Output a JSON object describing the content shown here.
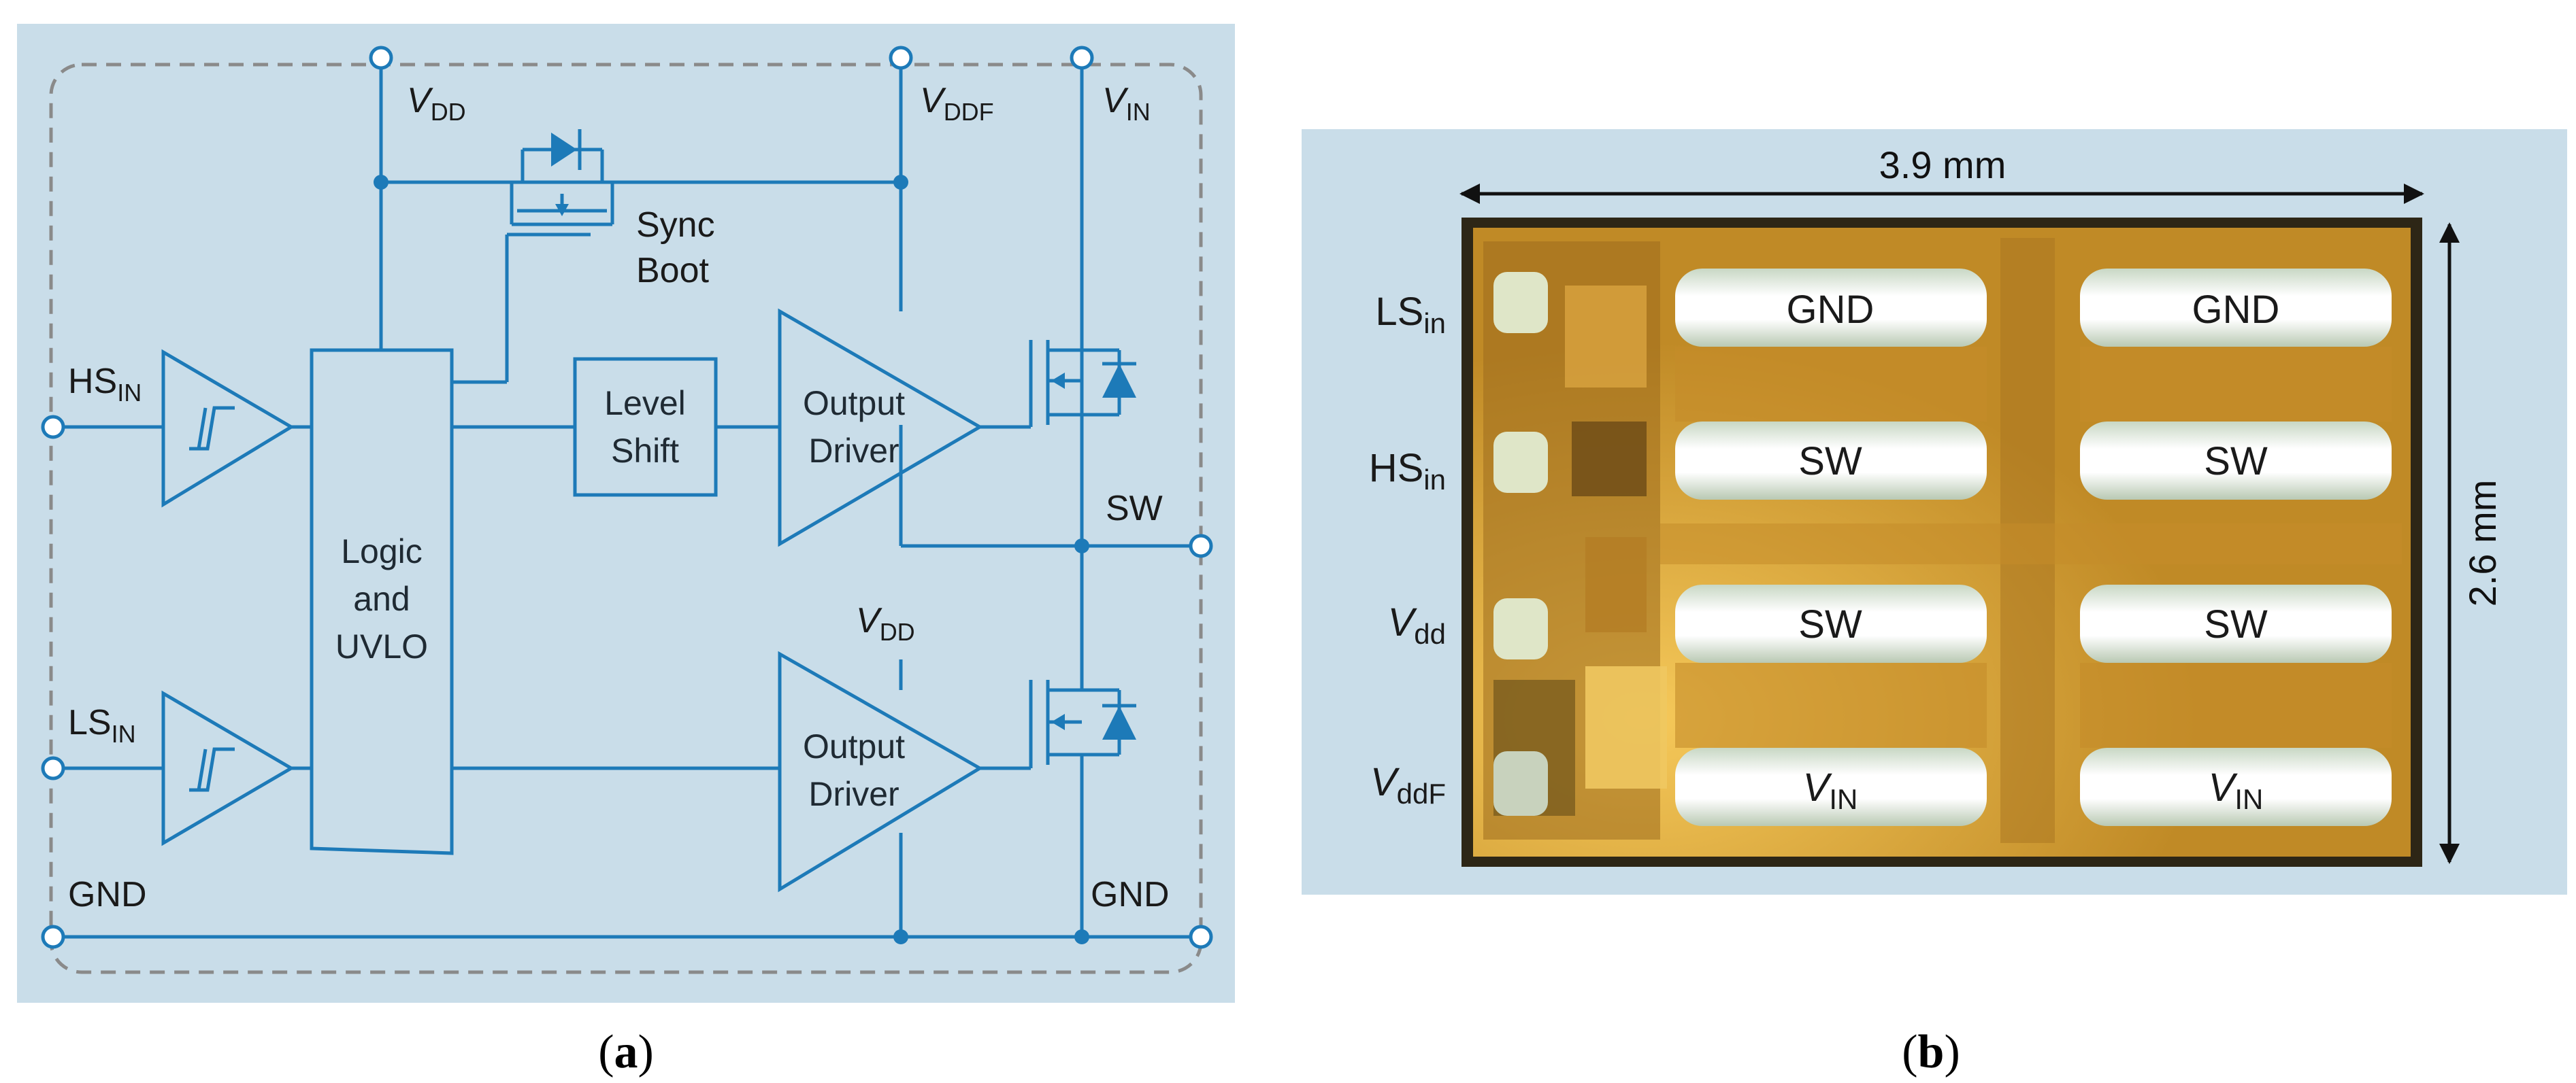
{
  "colors": {
    "panel_bg": "#c9dde9",
    "wire": "#1d7ab8",
    "boundary": "#8a8a8a",
    "chip_gold": "#c9952c",
    "pad_white": "#f3f7f2"
  },
  "schematic": {
    "pins": {
      "vdd": {
        "main": "V",
        "sub": "DD"
      },
      "vddf": {
        "main": "V",
        "sub": "DDF"
      },
      "vin": {
        "main": "V",
        "sub": "IN"
      },
      "hs_in": {
        "main": "HS",
        "sub": "IN"
      },
      "ls_in": {
        "main": "LS",
        "sub": "IN"
      },
      "sw": "SW",
      "gnd_left": "GND",
      "gnd_right": "GND",
      "vdd_driver": {
        "main": "V",
        "sub": "DD"
      }
    },
    "blocks": {
      "sync_boot": [
        "Sync",
        "Boot"
      ],
      "level_shift": [
        "Level",
        "Shift"
      ],
      "logic_uvlo": [
        "Logic",
        "and",
        "UVLO"
      ],
      "output_driver_top": [
        "Output",
        "Driver"
      ],
      "output_driver_bottom": [
        "Output",
        "Driver"
      ]
    },
    "caption": {
      "open": "(",
      "letter": "a",
      "close": ")"
    }
  },
  "die": {
    "width_label": "3.9 mm",
    "height_label": "2.6 mm",
    "side_labels": [
      {
        "main": "LS",
        "sub": "in"
      },
      {
        "main": "HS",
        "sub": "in"
      },
      {
        "main": "V",
        "sub": "dd"
      },
      {
        "main": "V",
        "sub": "ddF"
      }
    ],
    "pads": {
      "top_left": "GND",
      "top_right": "GND",
      "row2_left": "SW",
      "row2_right": "SW",
      "row3_left": "SW",
      "row3_right": "SW",
      "row4_left": {
        "main": "V",
        "sub": "IN"
      },
      "row4_right": {
        "main": "V",
        "sub": "IN"
      }
    },
    "caption": {
      "open": "(",
      "letter": "b",
      "close": ")"
    }
  }
}
